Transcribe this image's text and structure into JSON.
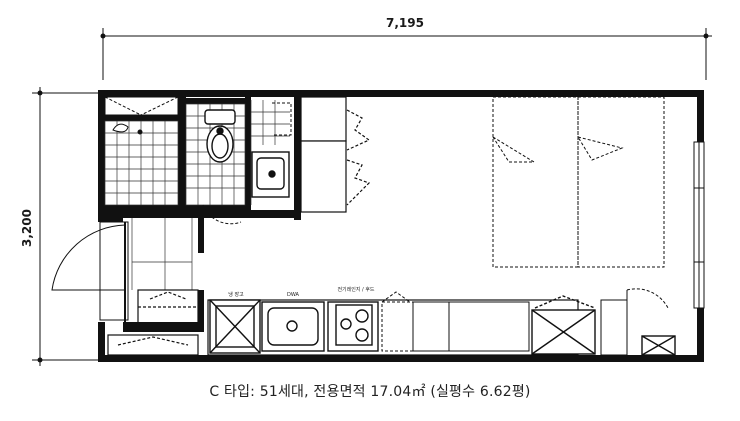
{
  "plan": {
    "dim_width": "7,195",
    "dim_height": "3,200",
    "labels": {
      "fridge": "냉 장고",
      "sink": "DWA",
      "cooktop": "전기레인지 / 후드"
    }
  },
  "caption": "C 타입: 51세대, 전용면적 17.04㎡ (실평수 6.62평)"
}
